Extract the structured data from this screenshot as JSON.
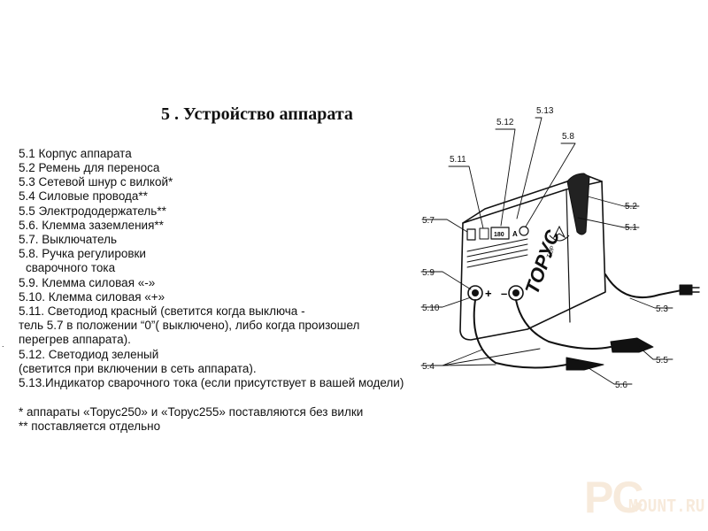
{
  "title": "5 . Устройство аппарата",
  "items": [
    "5.1 Корпус аппарата",
    "5.2 Ремень для переноса",
    "5.3 Сетевой шнур с вилкой*",
    "5.4 Силовые провода**",
    "5.5 Электрододержатель**",
    "5.6. Клемма заземления**",
    "5.7. Выключатель",
    "5.8. Ручка регулировки",
    "сварочного тока",
    "5.9. Клемма силовая «-»",
    "5.10. Клемма силовая «+»",
    "5.11. Светодиод красный (светится когда выключа -",
    "тель 5.7 в положении  “0”( выключено),   либо когда произошел",
    "перегрев аппарата).",
    "5.12. Светодиод зеленый",
    "(светится при включении в сеть аппарата).",
    "5.13.Индикатор сварочного тока (если присутствует в вашей модели)"
  ],
  "notes": [
    "* аппараты «Торус250» и  «Торус255» поставляются без вилки",
    "** поставляется  отдельно"
  ],
  "stray_mark": ".",
  "diagram": {
    "callouts": {
      "c513": "5.13",
      "c512": "5.12",
      "c58": "5.8",
      "c511": "5.11",
      "c52": "5.2",
      "c51": "5.1",
      "c57": "5.7",
      "c59": "5.9",
      "c510": "5.10",
      "c53": "5.3",
      "c54": "5.4",
      "c55": "5.5",
      "c56": "5.6"
    },
    "display_value": "180",
    "display_unit": "A",
    "brand_name": "ТОРУС",
    "logo_text": "TOP",
    "plus_sign": "+",
    "minus_sign": "–"
  },
  "watermark": {
    "pc": "PC",
    "site": "MOUNT.RU"
  }
}
